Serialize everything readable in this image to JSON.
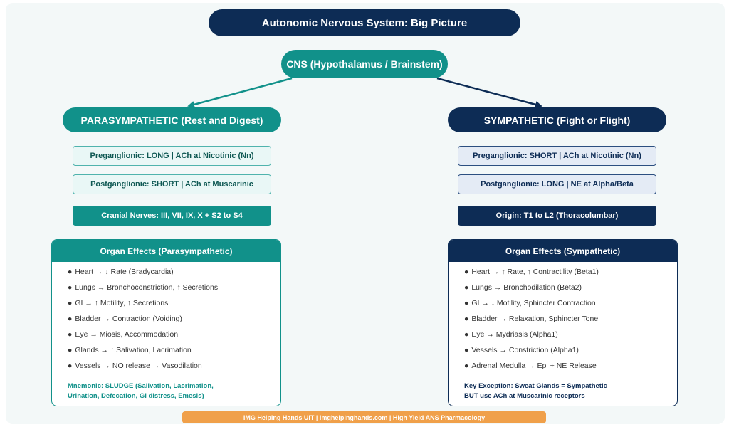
{
  "title": "Autonomic Nervous System: Big Picture",
  "cns": "CNS (Hypothalamus / Brainstem)",
  "parasympathetic": {
    "header": "PARASYMPATHETIC (Rest and Digest)",
    "preganglionic": "Preganglionic: LONG | ACh at Nicotinic (Nn)",
    "postganglionic": "Postganglionic: SHORT | ACh at Muscarinic",
    "origin": "Cranial Nerves: III, VII, IX, X + S2 to S4",
    "panel_title": "Organ Effects (Parasympathetic)",
    "effects": [
      "Heart → ↓ Rate (Bradycardia)",
      "Lungs → Bronchoconstriction, ↑ Secretions",
      "GI → ↑ Motility, ↑ Secretions",
      "Bladder → Contraction (Voiding)",
      "Eye → Miosis, Accommodation",
      "Glands → ↑ Salivation, Lacrimation",
      "Vessels → NO release → Vasodilation"
    ],
    "note_line1": "Mnemonic: SLUDGE (Salivation, Lacrimation,",
    "note_line2": "Urination, Defecation, GI distress, Emesis)"
  },
  "sympathetic": {
    "header": "SYMPATHETIC (Fight or Flight)",
    "preganglionic": "Preganglionic: SHORT | ACh at Nicotinic (Nn)",
    "postganglionic": "Postganglionic: LONG | NE at Alpha/Beta",
    "origin": "Origin: T1 to L2 (Thoracolumbar)",
    "panel_title": "Organ Effects (Sympathetic)",
    "effects": [
      "Heart → ↑ Rate, ↑ Contractility (Beta1)",
      "Lungs → Bronchodilation (Beta2)",
      "GI → ↓ Motility, Sphincter Contraction",
      "Bladder → Relaxation, Sphincter Tone",
      "Eye → Mydriasis (Alpha1)",
      "Vessels → Constriction (Alpha1)",
      "Adrenal Medulla → Epi + NE Release"
    ],
    "note_line1": "Key Exception: Sweat Glands = Sympathetic",
    "note_line2": "BUT use ACh at Muscarinic receptors"
  },
  "footer": "IMG Helping Hands UIT | imghelpinghands.com | High Yield ANS Pharmacology",
  "colors": {
    "parasympathetic": "#11918a",
    "sympathetic": "#0d2c55",
    "footer": "#f0a04a"
  }
}
